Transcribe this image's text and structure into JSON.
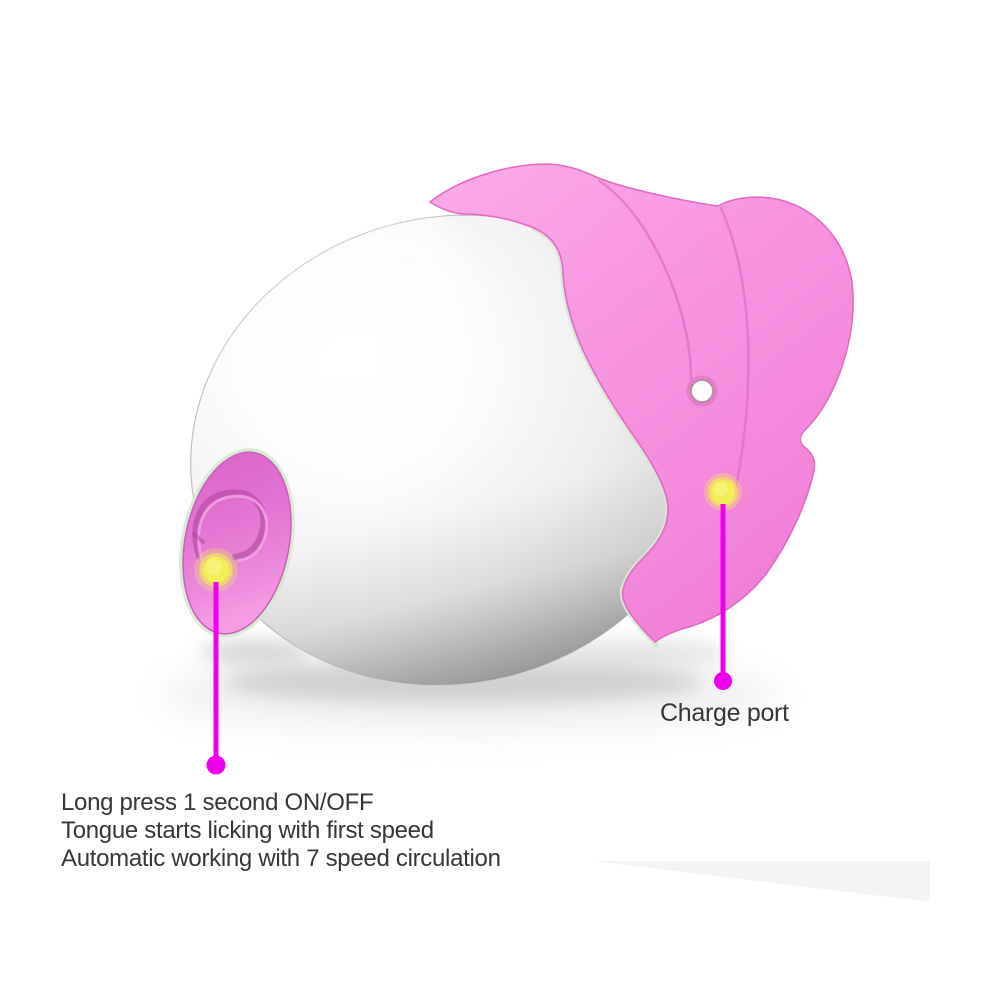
{
  "image": {
    "kind": "annotated product illustration",
    "background": "#ffffff"
  },
  "annotations": {
    "charge_port": {
      "label": "Charge port"
    },
    "power_button": {
      "lines": [
        "Long press 1 second ON/OFF",
        "Tongue starts licking with first speed",
        "Automatic working with 7 speed circulation"
      ]
    }
  },
  "icons": {
    "charge_port_marker": "yellow-glow-dot",
    "power_button_marker": "yellow-glow-dot",
    "led_indicator": "white-dot"
  },
  "colors": {
    "callout_line": "#ee00ee",
    "marker_dot": "#f3ee55",
    "marker_glow": "#f6f275",
    "text": "#3a3536",
    "sleeve_pink": "#f792df",
    "disc_pink": "#e274d2",
    "mint_edge": "#d2ebcf",
    "egg_white": "#f4f3f3",
    "background": "#ffffff"
  }
}
